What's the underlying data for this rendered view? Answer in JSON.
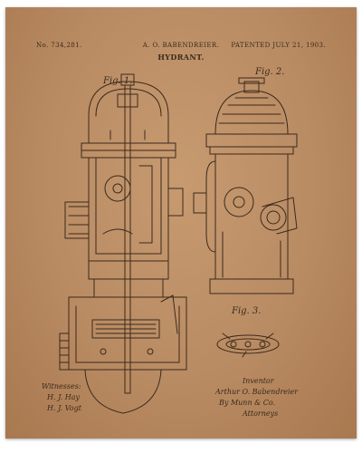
{
  "patent": {
    "number": "No. 734,281.",
    "inventor_header": "A. O. BABENDREIER.",
    "date": "PATENTED JULY 21, 1903.",
    "title": "HYDRANT."
  },
  "figures": {
    "fig1": "Fig. 1.",
    "fig2": "Fig. 2.",
    "fig3": "Fig. 3."
  },
  "signatures": {
    "witnesses_label": "Witnesses:",
    "witness1": "H. J. Hay",
    "witness2": "H. J. Vogt",
    "inventor_label": "Inventor",
    "inventor_name": "Arthur O. Babendreier",
    "by_line": "By Munn & Co.",
    "attorneys_label": "Attorneys"
  },
  "colors": {
    "paper": "#b98b63",
    "ink": "#3a2a1c"
  }
}
